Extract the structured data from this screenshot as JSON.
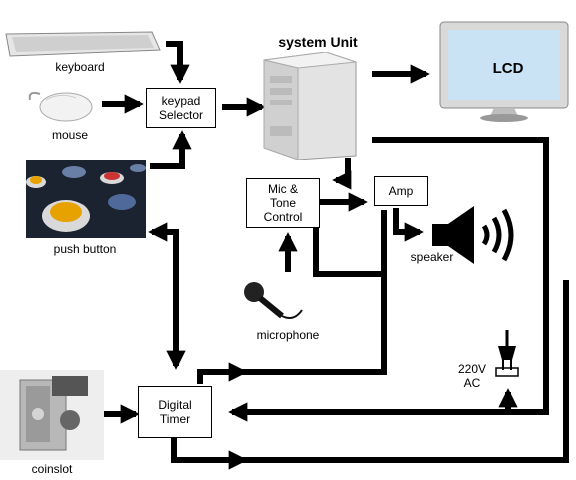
{
  "components": {
    "keyboard": "keyboard",
    "mouse": "mouse",
    "push_button": "push button",
    "coinslot": "coinslot",
    "system_unit": "system Unit",
    "lcd": "LCD",
    "microphone": "microphone",
    "speaker": "speaker"
  },
  "boxes": {
    "keypad_selector": [
      "keypad",
      "Selector"
    ],
    "mic_tone_control": [
      "Mic &",
      "Tone",
      "Control"
    ],
    "amp": "Amp",
    "digital_timer": [
      "Digital",
      "Timer"
    ]
  },
  "power": [
    "220V",
    "AC"
  ],
  "colors": {
    "line": "#000000",
    "lcd_frame": "#d9d9d9",
    "lcd_screen": "#c9e3f5",
    "tower": "#e3e3e3",
    "pushbutton_bg": "#1b2230",
    "coin_body": "#b8b8b8"
  }
}
